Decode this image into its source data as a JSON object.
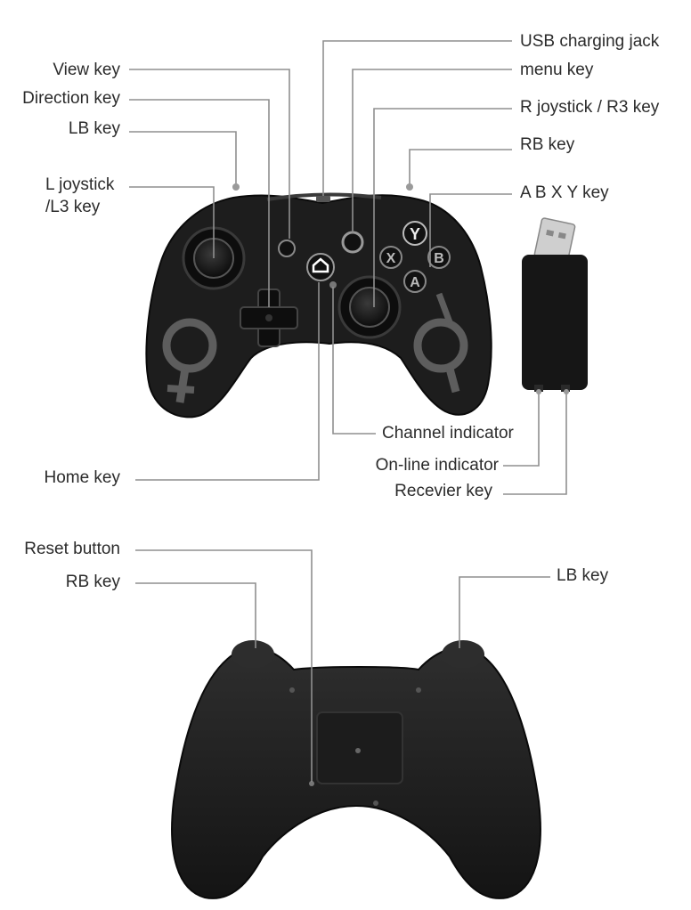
{
  "front_callouts": {
    "view_key": "View key",
    "direction_key": "Direction key",
    "lb_key": "LB key",
    "l_joystick_line1": "L joystick",
    "l_joystick_line2": "/L3 key",
    "home_key": "Home key",
    "usb_charging_jack": "USB charging jack",
    "menu_key": "menu key",
    "r_joystick": "R joystick / R3 key",
    "rb_key": "RB key",
    "abxy_key": "A B X Y key",
    "channel_indicator": "Channel indicator",
    "online_indicator": "On-line indicator",
    "receiver_key": "Recevier key"
  },
  "face_buttons": {
    "y": "Y",
    "x": "X",
    "b": "B",
    "a": "A"
  },
  "back_callouts": {
    "reset_button": "Reset button",
    "rb_key": "RB key",
    "lb_key": "LB key"
  }
}
